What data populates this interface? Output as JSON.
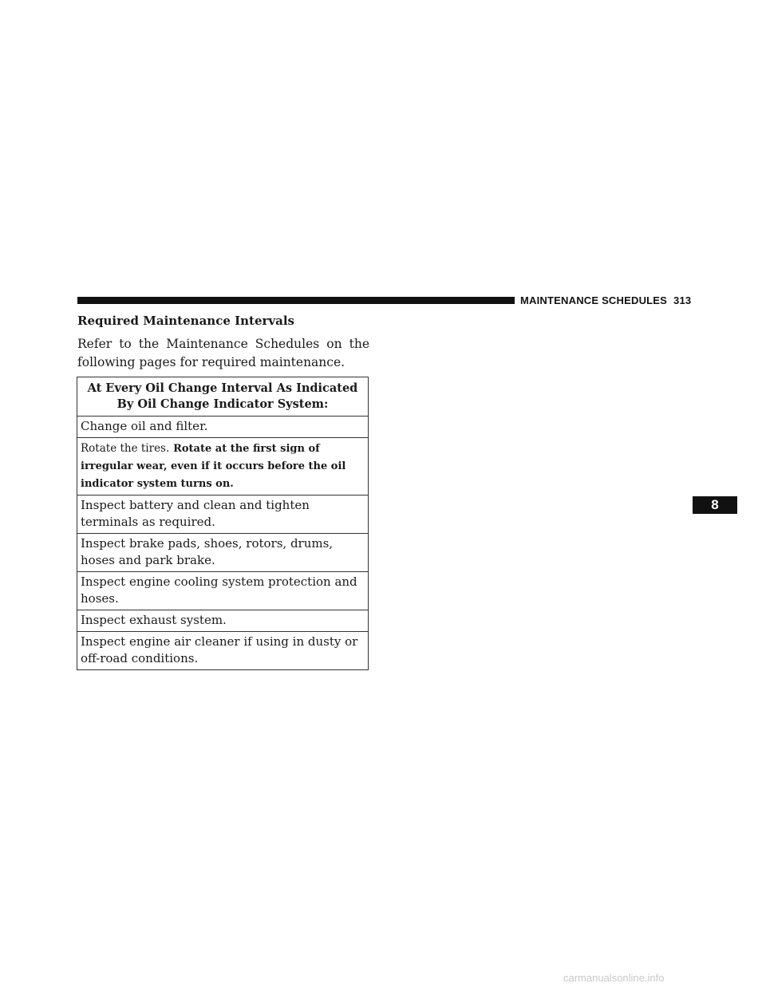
{
  "header": {
    "title": "MAINTENANCE SCHEDULES",
    "page_number": "313"
  },
  "section": {
    "heading": "Required Maintenance Intervals",
    "intro": "Refer to the Maintenance Schedules on the following pages for required maintenance."
  },
  "table": {
    "header": "At Every Oil Change Interval As Indicated By Oil Change Indicator System:",
    "rows": [
      "Change oil and filter.",
      "",
      "Inspect battery and clean and tighten terminals as required.",
      "Inspect brake pads, shoes, rotors, drums, hoses and park brake.",
      "Inspect engine cooling system protection and hoses.",
      "Inspect exhaust system.",
      "Inspect engine air cleaner if using in dusty or off-road conditions."
    ],
    "tire_row": {
      "lead": "Rotate the tires.",
      "bold": "Rotate at the first sign of irregular wear, even if it occurs before the oil indicator system turns on."
    }
  },
  "chapter_tab": "8",
  "watermark": "carmanualsonline.info"
}
